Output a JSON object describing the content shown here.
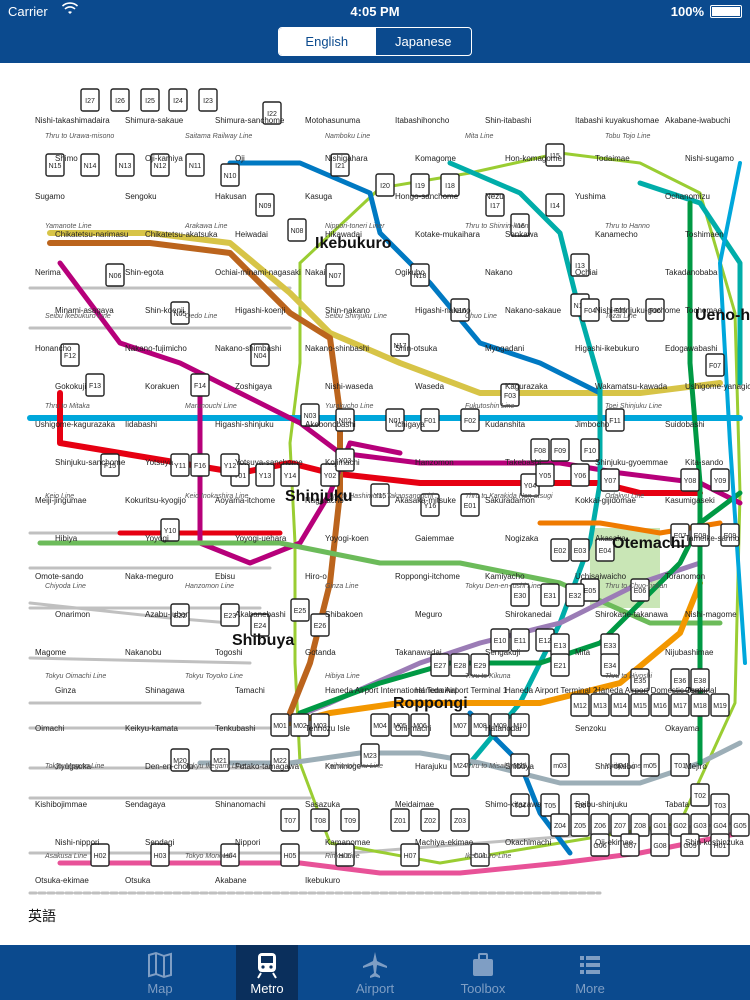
{
  "status": {
    "carrier": "Carrier",
    "time": "4:05 PM",
    "battery": "100%"
  },
  "language": {
    "options": [
      "English",
      "Japanese"
    ],
    "selected": "English"
  },
  "tabs": [
    {
      "label": "Map",
      "icon": "map-icon",
      "active": false
    },
    {
      "label": "Metro",
      "icon": "train-icon",
      "active": true
    },
    {
      "label": "Airport",
      "icon": "airplane-icon",
      "active": false
    },
    {
      "label": "Toolbox",
      "icon": "toolbox-icon",
      "active": false
    },
    {
      "label": "More",
      "icon": "list-icon",
      "active": false
    }
  ],
  "map": {
    "corner_label": "英語",
    "major_stations": [
      "Ikebukuro",
      "Shinjuku",
      "Shibuya",
      "Roppongi",
      "Otemachi",
      "Ueno-hiro"
    ],
    "stations": [
      "Nishi-takashimadaira",
      "Shimura-sakaue",
      "Shimura-sanchome",
      "Motohasunuma",
      "Itabashihoncho",
      "Shin-itabashi",
      "Itabashi kuyakushomae",
      "Akabane-iwabuchi",
      "Shimo",
      "Oji-kamiya",
      "Oji",
      "Nishigahara",
      "Komagome",
      "Hon-komagome",
      "Todaimae",
      "Nishi-sugamo",
      "Sugamo",
      "Sengoku",
      "Hakusan",
      "Kasuga",
      "Hongo-sanchome",
      "Nezu",
      "Yushima",
      "Ochanomizu",
      "Chikatetsu-narimasu",
      "Chikatetsu-akatsuka",
      "Heiwadai",
      "Hikawadai",
      "Kotake-mukaihara",
      "Senkawa",
      "Kanamecho",
      "Toshimaen",
      "Nerima",
      "Shin-egota",
      "Ochiai-minami-nagasaki",
      "Nakai",
      "Ogikubo",
      "Nakano",
      "Ochiai",
      "Takadanobaba",
      "Minami-asagaya",
      "Shin-koenji",
      "Higashi-koenji",
      "Shin-nakano",
      "Higashi-nakano",
      "Nakano-sakaue",
      "Nishi-shinjuku-gochome",
      "Tochomae",
      "Honancho",
      "Nakano-fujimicho",
      "Nakano-shimbashi",
      "Nakano-shinbashi",
      "Shin-otsuka",
      "Myogadani",
      "Higashi-ikebukuro",
      "Edogawabashi",
      "Gokokuji",
      "Korakuen",
      "Zoshigaya",
      "Nishi-waseda",
      "Waseda",
      "Kagurazaka",
      "Wakamatsu-kawada",
      "Ushigome-yanagicho",
      "Ushigome-kagurazaka",
      "Iidabashi",
      "Higashi-shinjuku",
      "Akebonobashi",
      "Ichigaya",
      "Kudanshita",
      "Jimbocho",
      "Suidobashi",
      "Shinjuku-sanchome",
      "Yotsuya",
      "Yotsuya-sanchome",
      "Kojimachi",
      "Hanzomon",
      "Takebashi",
      "Shinjuku-gyoemmae",
      "Kita-sando",
      "Meiji-jingumae",
      "Kokuritsu-kyogijo",
      "Aoyama-itchome",
      "Nagatacho",
      "Akasaka-mitsuke",
      "Sakuradamon",
      "Kokkai-gijidomae",
      "Kasumigaseki",
      "Hibiya",
      "Yoyogi",
      "Yoyogi-uehara",
      "Yoyogi-koen",
      "Gaiemmae",
      "Nogizaka",
      "Akasaka",
      "Tameike-sanno",
      "Omote-sando",
      "Naka-meguro",
      "Ebisu",
      "Hiro-o",
      "Roppongi-itchome",
      "Kamiyacho",
      "Uchisaiwaicho",
      "Toranomon",
      "Onarimon",
      "Azabu-juban",
      "Akabanebashi",
      "Shibakoen",
      "Meguro",
      "Shirokanedai",
      "Shirokane-takanawa",
      "Nishi-magome",
      "Magome",
      "Nakanobu",
      "Togoshi",
      "Gotanda",
      "Takanawadai",
      "Sengakuji",
      "Mita",
      "Nijubashimae",
      "Ginza",
      "Shinagawa",
      "Tamachi",
      "Haneda Airport International Terminal",
      "Haneda Airport Terminal 1",
      "Haneda Airport Terminal 2",
      "Haneda Airport Domestic Terminal",
      "Osaki",
      "Oimachi",
      "Keikyu-kamata",
      "Tenkubashi",
      "Tennozu Isle",
      "Ohi-machi",
      "Hatanodai",
      "Senzoku",
      "Okayama",
      "Jiyugaoka",
      "Den-en-chofu",
      "Futako-tamagawa",
      "Kaminoge",
      "Harajuku",
      "Shibuya",
      "Shin-okubo",
      "Mejiro",
      "Kishibojimmae",
      "Sendagaya",
      "Shinanomachi",
      "Sasazuka",
      "Meidaimae",
      "Shimo-kitazawa",
      "Seibu-shinjuku",
      "Tabata",
      "Nishi-nippori",
      "Sendagi",
      "Nippori",
      "Kamanomae",
      "Machiya-ekimae",
      "Okachimachi",
      "Oji-ekimae",
      "Shin-koshinzuka",
      "Otsuka-ekimae",
      "Otsuka",
      "Akabane",
      "Ikebukuro"
    ],
    "line_labels": [
      "Thru to Urawa-misono",
      "Saitama Railway Line",
      "Namboku Line",
      "Mita Line",
      "Tobu Tojo Line",
      "Yamanote Line",
      "Arakawa Line",
      "Nippori-toneri Liner",
      "Thru to Shinrin-koen",
      "Thru to Hanno",
      "Seibu Ikebukuro Line",
      "Oedo Line",
      "Seibu Shinjuku Line",
      "Chuo Line",
      "Tozai Line",
      "Thru to Mitaka",
      "Marunouchi Line",
      "Yurakucho Line",
      "Fukutoshin Line",
      "Toei Shinjuku Line",
      "Keio Line",
      "Keio Inokashira Line",
      "Thru to Hashimoto, Takaosanguchi",
      "Thru to Karakida Hon-atsugi",
      "Odakyu Line",
      "Chiyoda Line",
      "Hanzomon Line",
      "Ginza Line",
      "Tokyu Den-en-toshi Line",
      "Thru to Chuo-rinkan",
      "Tokyu Oimachi Line",
      "Tokyu Toyoko Line",
      "Hibiya Line",
      "Thru to Kikuna",
      "Thru to Hiyoshi",
      "Tokyu Meguro Line",
      "Tokyu Ikegami Line",
      "Keihin-tohoku Line",
      "Thru to Misakiguchi",
      "Keikyu Line",
      "Asakusa Line",
      "Tokyo Monorail",
      "Rinkai Line",
      "Ikebukuro-Line"
    ],
    "station_codes": [
      "I27",
      "I26",
      "I25",
      "I24",
      "I23",
      "I22",
      "I21",
      "I20",
      "I19",
      "I18",
      "I17",
      "I16",
      "I15",
      "I14",
      "I13",
      "N19",
      "N18",
      "N17",
      "N16",
      "N15",
      "N14",
      "N13",
      "N12",
      "N11",
      "N10",
      "N09",
      "N08",
      "N07",
      "N06",
      "N05",
      "N04",
      "N03",
      "N02",
      "N01",
      "F01",
      "F02",
      "F03",
      "F04",
      "F05",
      "F06",
      "F07",
      "F08",
      "F09",
      "F10",
      "F11",
      "F12",
      "F13",
      "F14",
      "F15",
      "F16",
      "Y01",
      "Y02",
      "Y03",
      "Y04",
      "Y05",
      "Y06",
      "Y07",
      "Y08",
      "Y09",
      "Y10",
      "Y11",
      "Y12",
      "Y13",
      "Y14",
      "Y15",
      "Y16",
      "E01",
      "E02",
      "E03",
      "E04",
      "E05",
      "E06",
      "E07",
      "E08",
      "E09",
      "E10",
      "E11",
      "E12",
      "E13",
      "E21",
      "E22",
      "E23",
      "E24",
      "E25",
      "E26",
      "E27",
      "E28",
      "E29",
      "E30",
      "E31",
      "E32",
      "E33",
      "E34",
      "E35",
      "E36",
      "E38",
      "M01",
      "M02",
      "M03",
      "M04",
      "M05",
      "M06",
      "M07",
      "M08",
      "M09",
      "M10",
      "M12",
      "M13",
      "M14",
      "M15",
      "M16",
      "M17",
      "M18",
      "M19",
      "M20",
      "M21",
      "M22",
      "M23",
      "M24",
      "M25",
      "m03",
      "m04",
      "m05",
      "T01",
      "T02",
      "T03",
      "T04",
      "T05",
      "T06",
      "T07",
      "T08",
      "T09",
      "Z01",
      "Z02",
      "Z03",
      "Z04",
      "Z05",
      "Z06",
      "Z07",
      "Z08",
      "G01",
      "G02",
      "G03",
      "G04",
      "G05",
      "G06",
      "G07",
      "G08",
      "G09",
      "H01",
      "H02",
      "H03",
      "H04",
      "H05",
      "H06",
      "H07",
      "C01",
      "C02",
      "C03",
      "C04",
      "C05",
      "C06",
      "C07",
      "C08",
      "C09",
      "C10",
      "C11",
      "C12",
      "C13",
      "C14",
      "C15",
      "C16",
      "S01",
      "S02",
      "S03",
      "S04",
      "S05",
      "S06",
      "A01",
      "A02",
      "A03",
      "A04",
      "A05",
      "A06",
      "A07"
    ],
    "line_colors": {
      "chuo": "#ef7a00",
      "ginza": "#f39700",
      "marunouchi": "#e60012",
      "hibiya": "#9caeb7",
      "tozai": "#00a7db",
      "chiyoda": "#009944",
      "yurakucho": "#d7c447",
      "hanzomon": "#9b7cb6",
      "namboku": "#00ada9",
      "fukutoshin": "#bb641d",
      "oedo": "#b6007a",
      "mita": "#0079c2",
      "shinjuku": "#6cbb5a",
      "asakusa": "#e85298",
      "yamanote": "#9acd32",
      "jr": "#c0c0c0"
    }
  }
}
